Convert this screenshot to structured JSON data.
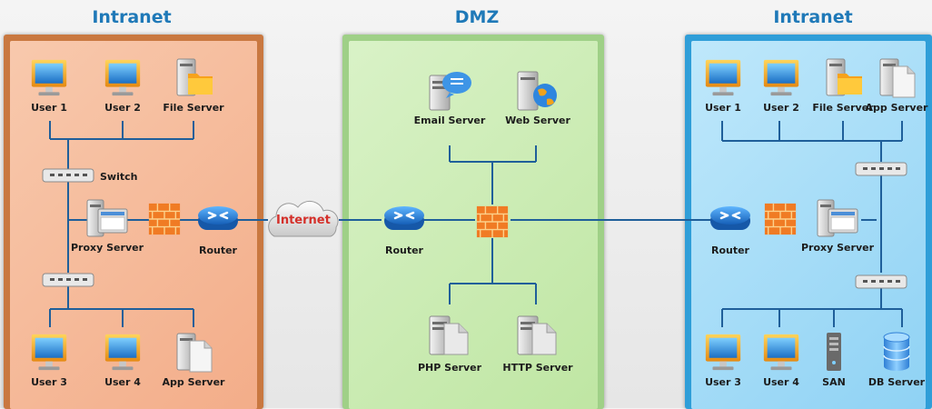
{
  "zones": {
    "left": {
      "title": "Intranet"
    },
    "middle": {
      "title": "DMZ"
    },
    "right": {
      "title": "Intranet"
    }
  },
  "internet": {
    "label": "Internet"
  },
  "left_nodes": {
    "user1": "User 1",
    "user2": "User 2",
    "file_server": "File Server",
    "switch": "Switch",
    "proxy_server": "Proxy Server",
    "router": "Router",
    "user3": "User 3",
    "user4": "User 4",
    "app_server": "App Server"
  },
  "dmz_nodes": {
    "email_server": "Email Server",
    "web_server": "Web Server",
    "router": "Router",
    "php_server": "PHP Server",
    "http_server": "HTTP Server"
  },
  "right_nodes": {
    "user1": "User 1",
    "user2": "User 2",
    "file_server": "File Server",
    "app_server": "App Server",
    "router": "Router",
    "proxy_server": "Proxy Server",
    "user3": "User 3",
    "user4": "User 4",
    "san": "SAN",
    "db_server": "DB Server"
  },
  "colors": {
    "title": "#1f79b8",
    "link": "#1f5f9a",
    "left_zone": "#f3ad89",
    "dmz_zone": "#bfe6a3",
    "right_zone": "#8fd2f4",
    "internet_label": "#d4302a"
  },
  "icons": {
    "workstation": "monitor-icon",
    "file_server": "folder-server-icon",
    "switch": "switch-icon",
    "firewall": "firewall-icon",
    "router": "router-icon",
    "proxy": "proxy-server-icon",
    "app_server": "app-server-icon",
    "email": "email-server-icon",
    "web": "web-server-icon",
    "php": "php-server-icon",
    "http": "http-server-icon",
    "san": "san-icon",
    "db": "database-icon",
    "cloud": "cloud-icon"
  }
}
